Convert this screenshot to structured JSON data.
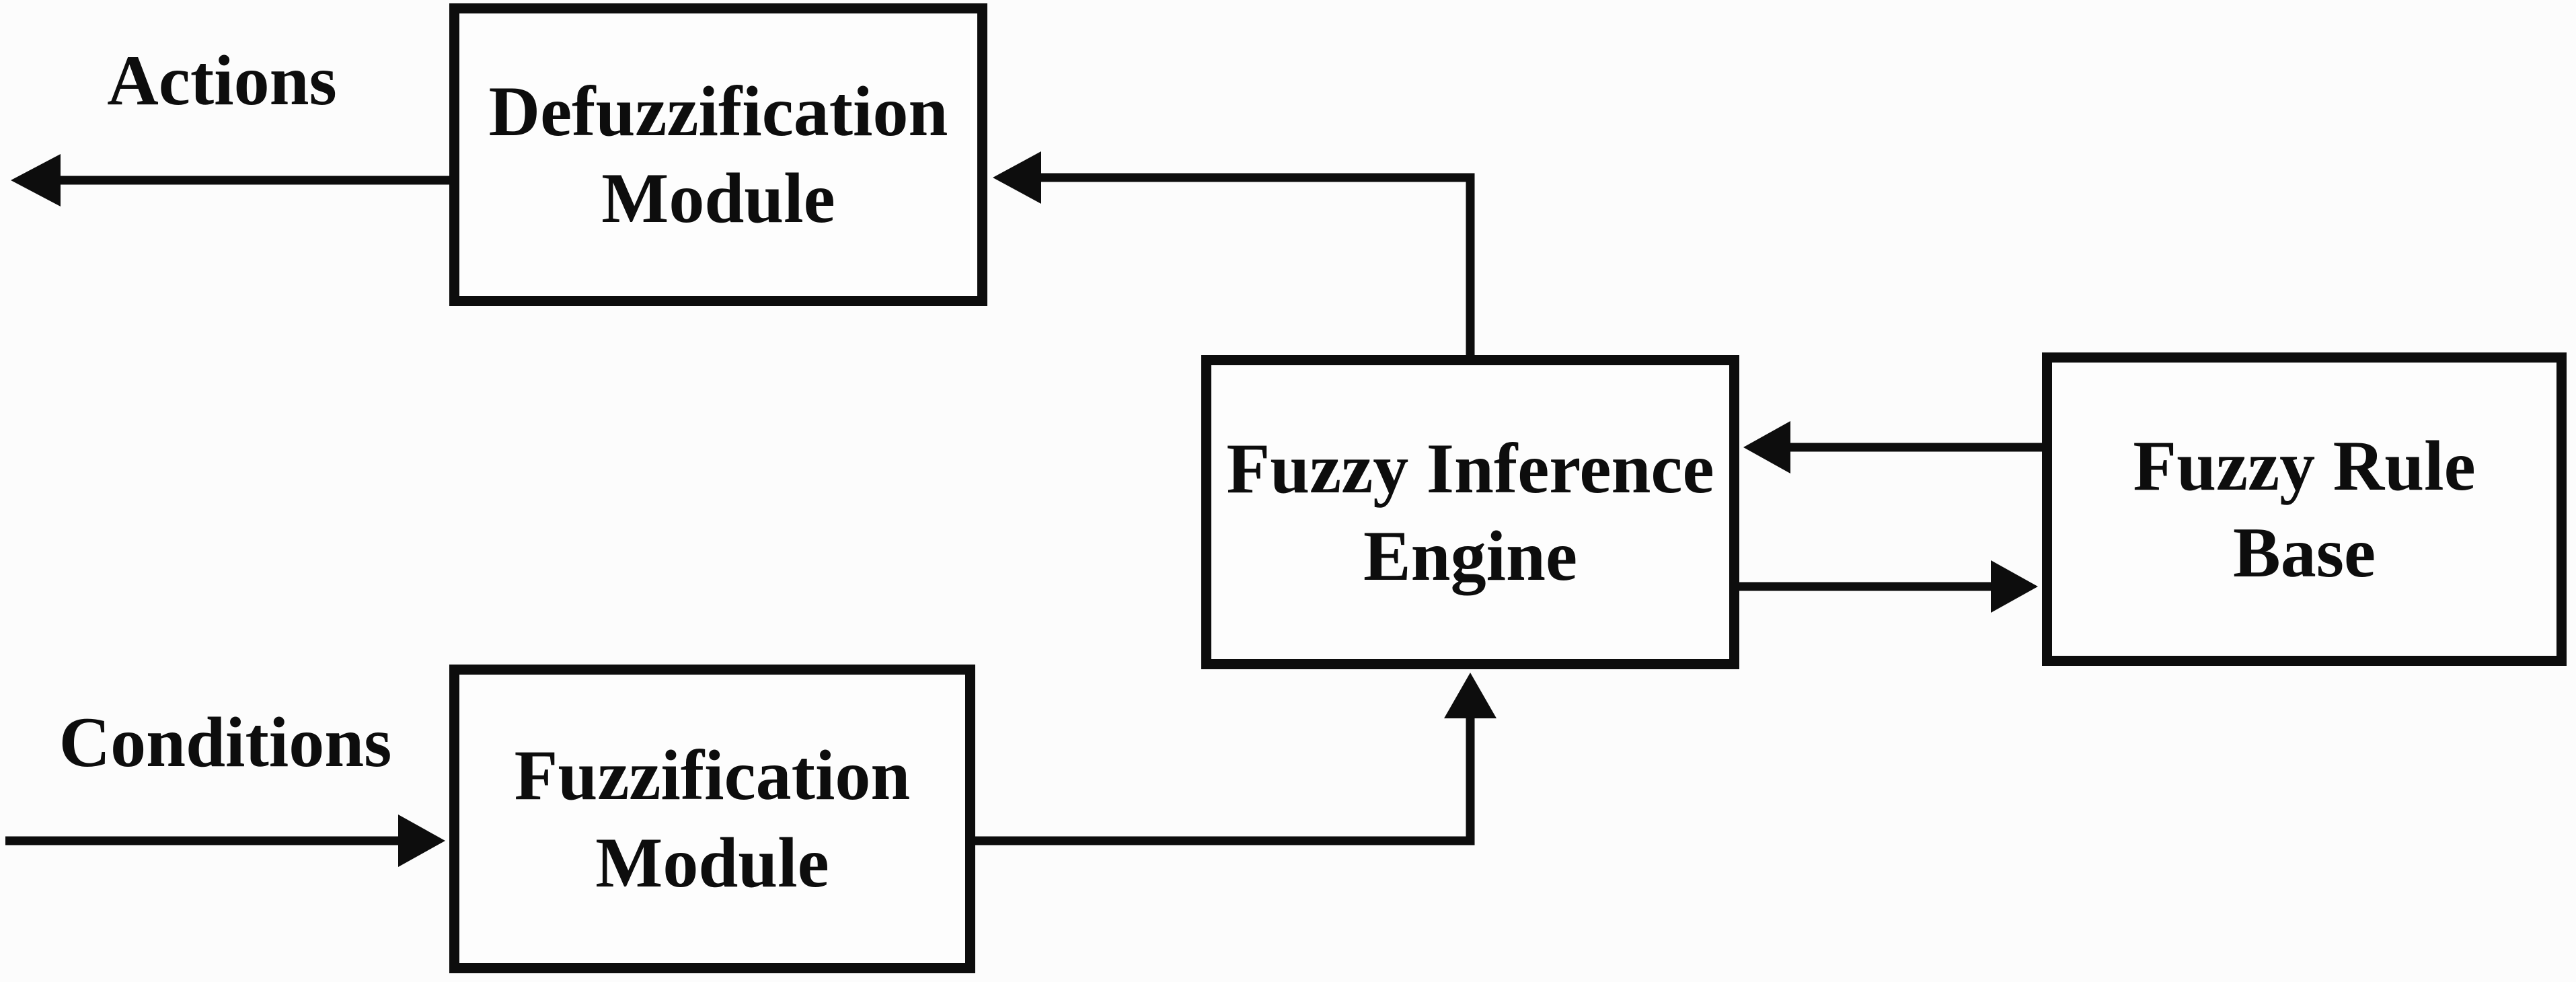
{
  "diagram": {
    "type": "block-diagram",
    "colors": {
      "ink": "#0d0d0d",
      "background": "#fcfcfc",
      "box_fill": "#fdfdfd"
    },
    "boxes": [
      {
        "id": "defuzzification-module",
        "lines": [
          "Defuzzification",
          "Module"
        ]
      },
      {
        "id": "fuzzy-inference-engine",
        "lines": [
          "Fuzzy Inference",
          "Engine"
        ]
      },
      {
        "id": "fuzzy-rule-base",
        "lines": [
          "Fuzzy Rule",
          "Base"
        ]
      },
      {
        "id": "fuzzification-module",
        "lines": [
          "Fuzzification",
          "Module"
        ]
      }
    ],
    "edge_labels": [
      {
        "id": "actions",
        "text": "Actions"
      },
      {
        "id": "conditions",
        "text": "Conditions"
      }
    ],
    "connections": [
      {
        "from": "external-input",
        "to": "fuzzification-module",
        "label": "Conditions",
        "direction": "right"
      },
      {
        "from": "fuzzification-module",
        "to": "fuzzy-inference-engine",
        "label": "",
        "direction": "right-then-up"
      },
      {
        "from": "fuzzy-rule-base",
        "to": "fuzzy-inference-engine",
        "label": "",
        "direction": "left"
      },
      {
        "from": "fuzzy-inference-engine",
        "to": "fuzzy-rule-base",
        "label": "",
        "direction": "right"
      },
      {
        "from": "fuzzy-inference-engine",
        "to": "defuzzification-module",
        "label": "",
        "direction": "up-then-left"
      },
      {
        "from": "defuzzification-module",
        "to": "external-output",
        "label": "Actions",
        "direction": "left"
      }
    ]
  }
}
